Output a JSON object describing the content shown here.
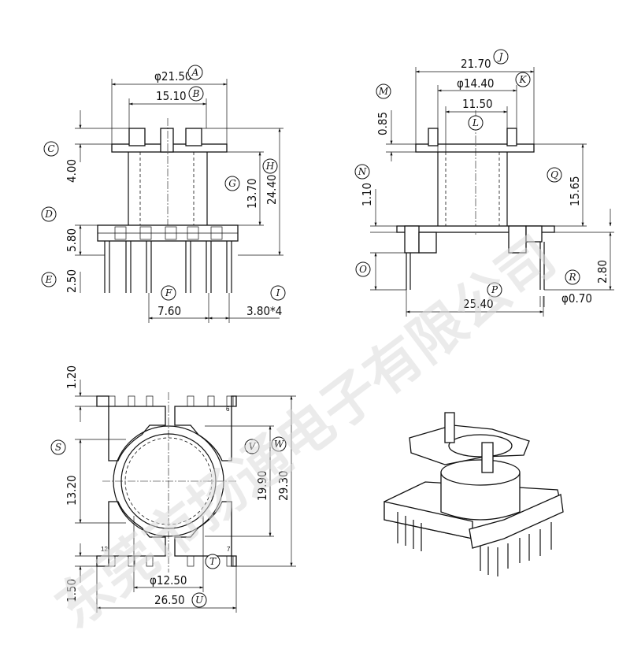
{
  "dimensions": {
    "A": "φ21.50",
    "B": "15.10",
    "C": "4.00",
    "D": "5.80",
    "E": "2.50",
    "F": "7.60",
    "G": "13.70",
    "H": "24.40",
    "I": "3.80*4",
    "J": "21.70",
    "K": "φ14.40",
    "L": "11.50",
    "M": "0.85",
    "N": "1.10",
    "O": "",
    "P": "25.40",
    "Q": "15.65",
    "R": "φ0.70",
    "R2": "2.80",
    "S": "13.20",
    "T": "φ12.50",
    "U": "26.50",
    "V": "19.90",
    "W": "29.30",
    "top": "1.20",
    "bottom": "1.50"
  },
  "refs": [
    "A",
    "B",
    "C",
    "D",
    "E",
    "F",
    "G",
    "H",
    "I",
    "J",
    "K",
    "L",
    "M",
    "N",
    "O",
    "P",
    "Q",
    "R",
    "S",
    "T",
    "U",
    "V",
    "W"
  ],
  "pin_marks": {
    "p1": "12",
    "p6": "6",
    "p7": "7"
  },
  "watermark": {
    "line1": "东莞市扬通电子有限公司"
  }
}
